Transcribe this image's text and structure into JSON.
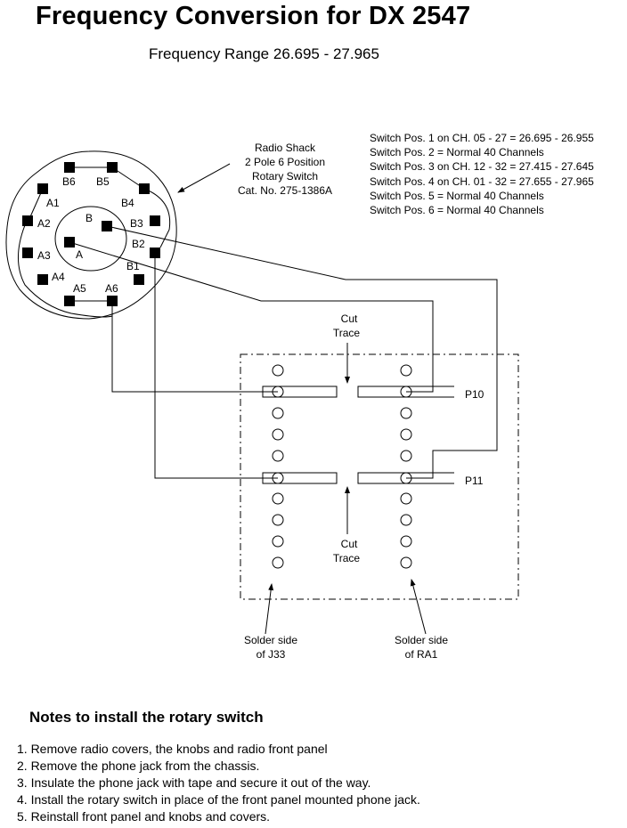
{
  "title": "Frequency Conversion for DX 2547",
  "subtitle": "Frequency Range 26.695 - 27.965",
  "switch_label": {
    "lines": [
      "Radio Shack",
      "2 Pole 6 Position",
      "Rotary Switch",
      "Cat. No. 275-1386A"
    ]
  },
  "switch_positions": [
    "Switch Pos. 1 on CH. 05 - 27 = 26.695 - 26.955",
    "Switch Pos. 2 = Normal 40 Channels",
    "Switch Pos. 3 on CH. 12 - 32 = 27.415 - 27.645",
    "Switch Pos. 4 on CH. 01 - 32 = 27.655 - 27.965",
    "Switch Pos. 5 = Normal 40 Channels",
    "Switch Pos. 6 = Normal 40 Channels"
  ],
  "rotary_switch": {
    "pole_labels": {
      "a": "A",
      "b": "B"
    },
    "terminals": {
      "A1": "A1",
      "A2": "A2",
      "A3": "A3",
      "A4": "A4",
      "A5": "A5",
      "A6": "A6",
      "B1": "B1",
      "B2": "B2",
      "B3": "B3",
      "B4": "B4",
      "B5": "B5",
      "B6": "B6"
    }
  },
  "board": {
    "cut_trace_top": {
      "line1": "Cut",
      "line2": "Trace"
    },
    "cut_trace_bottom": {
      "line1": "Cut",
      "line2": "Trace"
    },
    "pad_p10": "P10",
    "pad_p11": "P11",
    "left_label": {
      "line1": "Solder side",
      "line2": "of J33"
    },
    "right_label": {
      "line1": "Solder side",
      "line2": "of RA1"
    }
  },
  "notes": {
    "title": "Notes to install the rotary switch",
    "items": [
      "1. Remove radio covers, the knobs and radio front panel",
      "2. Remove the phone jack from the chassis.",
      "3. Insulate the phone jack with tape and secure it out of the way.",
      "4. Install the rotary switch in place of the front panel mounted phone jack.",
      "5. Reinstall front panel and knobs and covers."
    ]
  }
}
